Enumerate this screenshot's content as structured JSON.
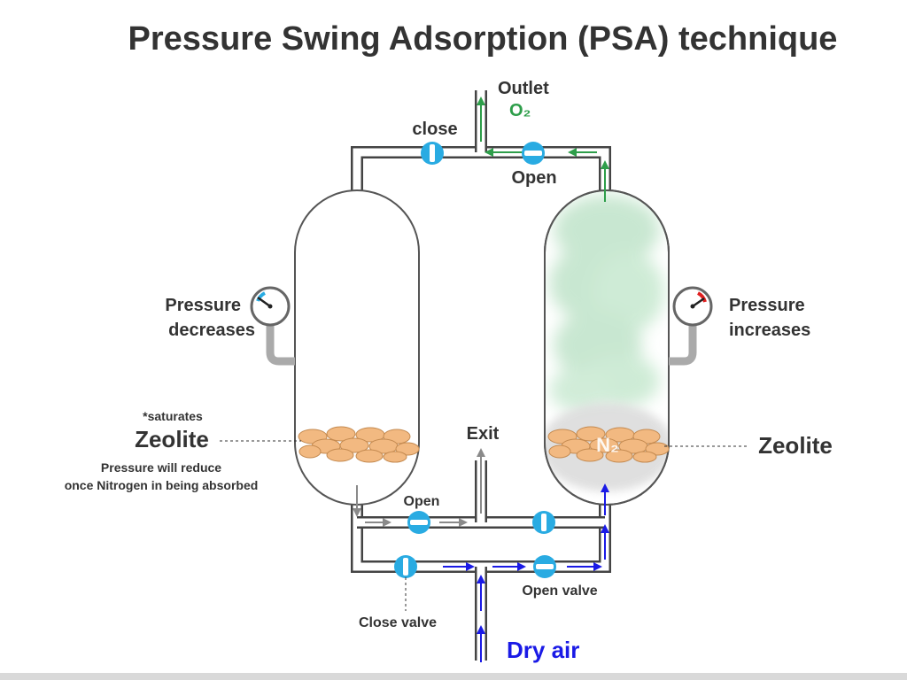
{
  "title": "Pressure Swing Adsorption (PSA) technique",
  "labels": {
    "outlet": "Outlet",
    "o2": "O₂",
    "close_top": "close",
    "open_top": "Open",
    "pressure_decreases_1": "Pressure",
    "pressure_decreases_2": "decreases",
    "pressure_increases_1": "Pressure",
    "pressure_increases_2": "increases",
    "saturates": "*saturates",
    "zeolite_left": "Zeolite",
    "zeolite_right": "Zeolite",
    "reduce_note_1": "Pressure will reduce",
    "reduce_note_2": "once Nitrogen in being absorbed",
    "n2": "N₂",
    "exit": "Exit",
    "open_mid": "Open",
    "open_valve": "Open valve",
    "close_valve": "Close valve",
    "dry_air": "Dry air"
  },
  "colors": {
    "o2_green": "#2e9e4a",
    "dry_air_blue": "#1a1ae6",
    "exhaust_gray": "#8a8a8a",
    "valve_blue": "#29abe2",
    "zeolite": "#f2b981",
    "nitrogen_mist": "#cfe9d6"
  }
}
